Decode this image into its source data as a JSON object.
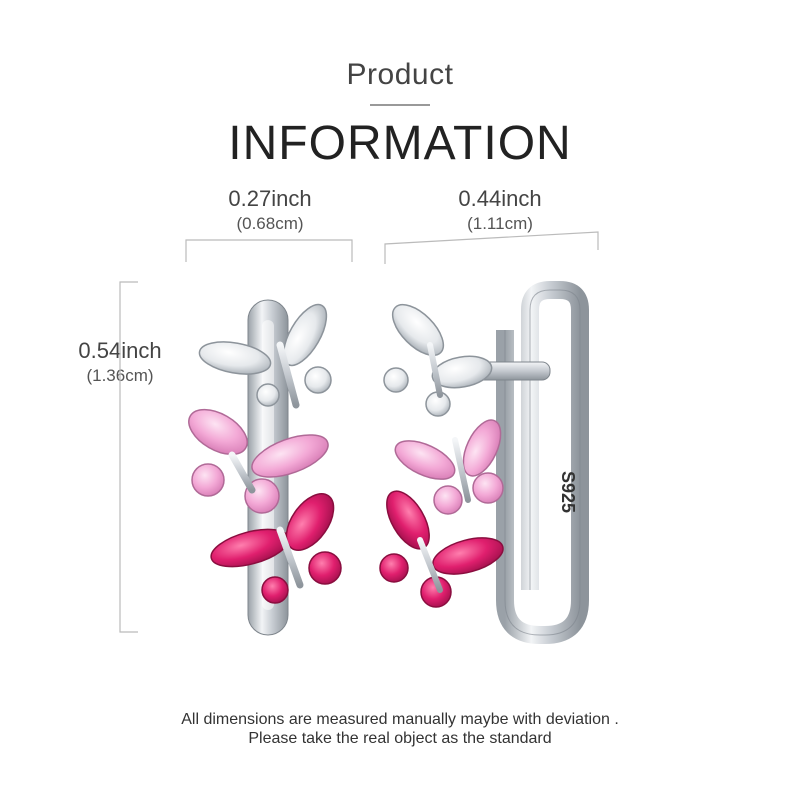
{
  "header": {
    "product_label": "Product",
    "title": "INFORMATION"
  },
  "dimensions": {
    "width_front": {
      "inch": "0.27inch",
      "cm": "(0.68cm)"
    },
    "width_side": {
      "inch": "0.44inch",
      "cm": "(1.11cm)"
    },
    "height": {
      "inch": "0.54inch",
      "cm": "(1.36cm)"
    }
  },
  "engraving": "S925",
  "footer": {
    "line1": "All dimensions are measured manually maybe with deviation .",
    "line2": "Please take the real object as the standard"
  },
  "colors": {
    "silver": "#d9dde2",
    "clear_gem": "#f4f6f8",
    "light_pink": "#f3a9d6",
    "hot_pink": "#e01f6e"
  }
}
